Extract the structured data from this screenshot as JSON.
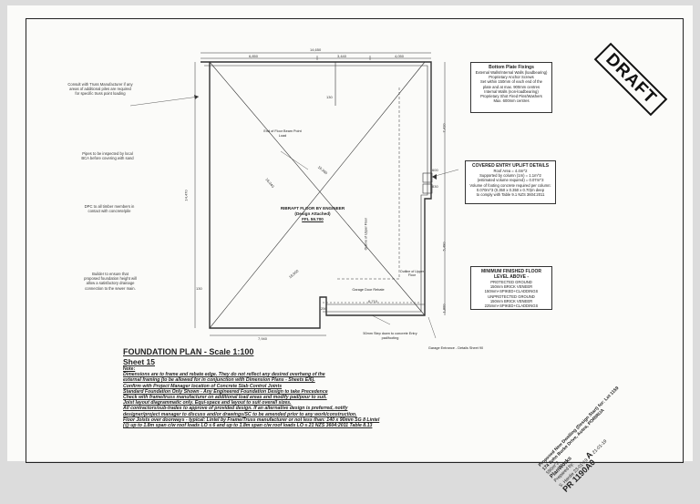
{
  "stamp": "DRAFT",
  "left_notes": [
    "Consult with Truss Manufacturer if any areas of additional piles are required for specific truss point loading",
    "Pipes to be inspected by local BCA before covering with sand",
    "DPC to all timber members in contact with concrete/pile",
    "Builder to ensure that proposed foundation height will allow a satisfactory drainage connection to the sewer main."
  ],
  "bottom_plate": {
    "heading": "Bottom Plate Fixings",
    "lines": [
      "External Walls/Internal Walls (loadbearing)",
      "Proprietary Anchor Screws",
      "Set within 150mm of each end of the",
      "plate and at max. 900mm centres",
      "Internal Walls (non-loadbearing)",
      "Proprietary Shot Fired Pins/Washers",
      "Max. 600mm centres"
    ]
  },
  "uplift": {
    "heading": "COVERED ENTRY UPLIFT DETAILS",
    "lines": [
      "Roof Area = 4.4m^2",
      "Supported by column (1m) = 1.1m^2",
      "(estimated volume required) = 0.07m^3",
      "Volume of footing concrete required per column:",
      "0.070m^3 (0.350 x 0.350 x 0.70)m deep",
      "to comply with Table 9.1 NZS 3604:2011"
    ]
  },
  "floor_level": {
    "heading": "MINIMUM FINISHED FLOOR",
    "heading2": "LEVEL ABOVE -",
    "lines": [
      "PROTECTED GROUND",
      "150mm BRICK VENEER",
      "150mm+SPIKED+CLADDINGS",
      "UNPROTECTED GROUND",
      "150mm BRICK VENEER",
      "225mm+SPIKED+CLADDINGS"
    ]
  },
  "plan": {
    "slab_label": "RIBRAFT FLOOR BY ENGINEER",
    "slab_sub": "(Design Attached)",
    "ffl": "FFL 59.700",
    "beam_note": "End of Floor Beam Point Load",
    "outline1": "Outline of Upper Floor",
    "outline2": "Outline of Upper Floor",
    "garage_rebate": "Garage Door Rebate",
    "steps_note": "50mm Step down to concrete Entry pad/footing",
    "garage_entrance": "Garage Entrance - Details Sheet 90"
  },
  "dimensions": {
    "overall": "14,650",
    "top_left": "6,850",
    "top_mid": "3,440",
    "top_right": "4,050",
    "bottom_left": "7,940",
    "bottom_mid": "6,710",
    "left_height": "14,470",
    "right_upper": "7,410",
    "right_lower": "5,490",
    "right_small": "1,800",
    "diag_a": "16,040",
    "diag_b": "16,960",
    "diag_c": "18,600",
    "small_a": "130",
    "small_b": "130",
    "small_c": "600",
    "small_d": "830",
    "small_e": "250"
  },
  "title": {
    "heading": "FOUNDATION PLAN - Scale 1:100",
    "sheet": "Sheet 15",
    "note_label": "Note:",
    "notes": [
      "Dimensions are to frame and rebate edge. They do not reflect any desired overhang of the",
      "external framing (to be allowed for in conjunction with Dimension Plans - Sheets E/6).",
      "Confirm with Project Manager location of Concrete Slab Control Joints",
      "Standard Foundation Only Shown - Any Engineered Foundation Design to take Precedence",
      "Check with frame/truss manufacturer on additional load areas and modify pad/pour to suit.",
      "Joist layout diagrammatic only. Equi-space and layout to suit overall sizes.",
      "All contractors/sub-trades to approve of provided design. If an alternative design is preferred, notify",
      "designer/project manager to discuss and/or drawings/SC to be amended prior to any work/construction.",
      "Floor Joists over doorways - typical: Lintel by Frame/Truss manufacturer or not less than: 140 x 90mm SG 8 Lintel",
      "(@ up to 1.8m span c/w roof loads LO ≤ 6 and up to 1.8m span c/w roof loads LO ≤ 21 NZS 3604:2011 Table 8.13"
    ]
  },
  "title_block": {
    "project": "Proposed New Dwelling (Design Start) for: Lot 1159",
    "address": "174 John Burke Drive, Aotea, PORIRUA",
    "area": "590m^2",
    "brand": "PlanWorks",
    "prepared_by": "Prepared by:",
    "drawn": "S. Hardie",
    "date": "23-01-19",
    "revision": "A",
    "date2": "21-01-19",
    "ref": "PR 1190A0"
  }
}
